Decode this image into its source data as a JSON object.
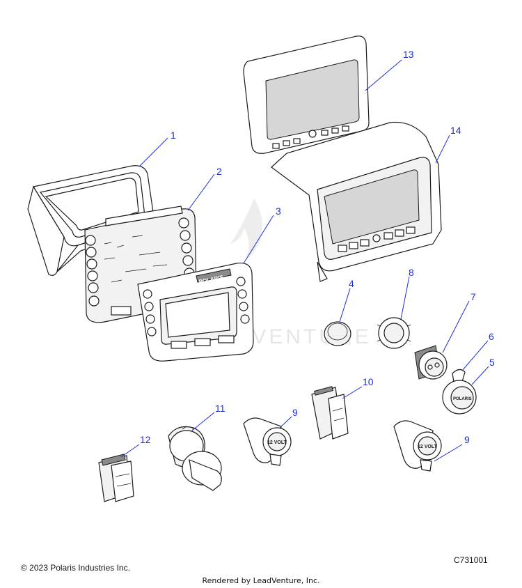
{
  "watermark_text": "LEADVENTURE",
  "callouts": [
    {
      "id": "1",
      "label": "1"
    },
    {
      "id": "2",
      "label": "2"
    },
    {
      "id": "3",
      "label": "3"
    },
    {
      "id": "4",
      "label": "4"
    },
    {
      "id": "5",
      "label": "5"
    },
    {
      "id": "6",
      "label": "6"
    },
    {
      "id": "7",
      "label": "7"
    },
    {
      "id": "8",
      "label": "8"
    },
    {
      "id": "9a",
      "label": "9"
    },
    {
      "id": "9b",
      "label": "9"
    },
    {
      "id": "10",
      "label": "10"
    },
    {
      "id": "11",
      "label": "11"
    },
    {
      "id": "12",
      "label": "12"
    },
    {
      "id": "13",
      "label": "13"
    },
    {
      "id": "14",
      "label": "14"
    }
  ],
  "part_markings": {
    "gauge_logo": "POLARIS",
    "socket_label": "12 VOLT",
    "usb_logo": "POLARIS"
  },
  "footer": {
    "copyright": "© 2023 Polaris Industries Inc.",
    "diagram_code": "C731001",
    "rendered_by": "Rendered by LeadVenture, Inc."
  }
}
